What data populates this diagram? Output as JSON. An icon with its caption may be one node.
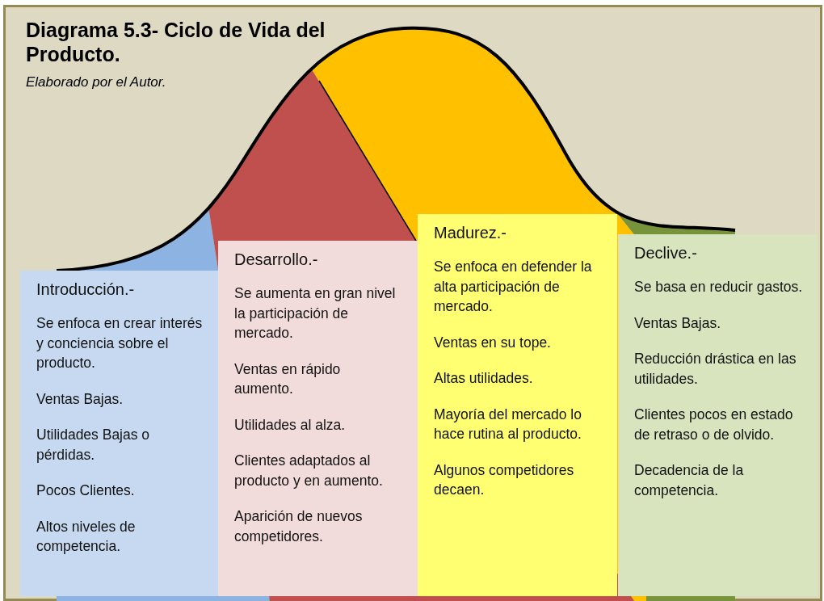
{
  "diagram": {
    "title": "Diagrama 5.3- Ciclo de Vida del Producto.",
    "caption": "Elaborado por el Autor.",
    "nodes": [
      {
        "text": [
          "Introducción.-",
          "Se enfoca en crear interés y conciencia sobre el producto.",
          "Ventas Bajas.",
          "Utilidades Bajas o pérdidas.",
          "Pocos Clientes.",
          "Altos niveles de competencia."
        ]
      },
      {
        "text": [
          "Desarrollo.-",
          "Se aumenta en gran nivel la participación de mercado.",
          "Ventas en rápido aumento.",
          "Utilidades al alza.",
          "Clientes adaptados al producto y en aumento.",
          "Aparición de nuevos competidores."
        ]
      },
      {
        "text": [
          "Madurez.-",
          "Se enfoca en defender la alta participación de mercado.",
          "Ventas en su tope.",
          "Altas utilidades.",
          "Mayoría del mercado lo hace rutina al producto.",
          "Algunos competidores decaen."
        ]
      },
      {
        "text": [
          "Declive.-",
          "Se basa en reducir gastos.",
          "Ventas Bajas.",
          "Reducción drástica en las utilidades.",
          "Clientes pocos en estado de retraso o de olvido.",
          "Decadencia de la competencia."
        ]
      }
    ],
    "edges": []
  }
}
